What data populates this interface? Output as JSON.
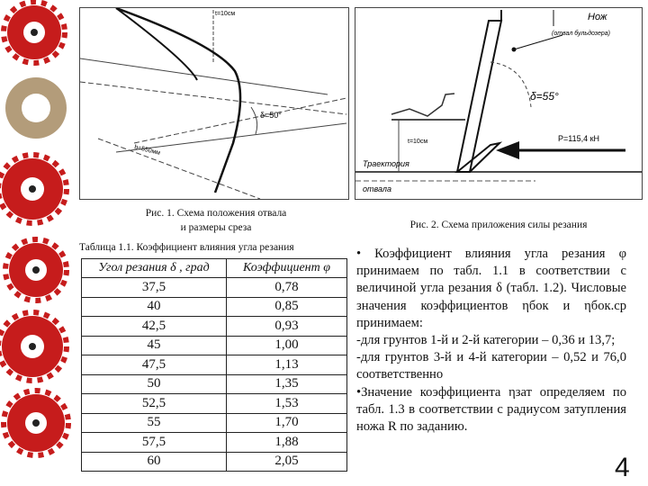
{
  "figure1": {
    "caption_line1": "Рис. 1. Схема положения отвала",
    "caption_line2": "и размеры среза",
    "label_top": "t=10см",
    "label_angle": "δ=50°",
    "label_width": "b=550мм"
  },
  "figure2": {
    "caption": "Рис. 2. Схема приложения силы резания",
    "label_knife": "Нож",
    "label_knife_sub": "(отвал бульдозера)",
    "label_angle": "δ=55°",
    "label_depth": "t=10см",
    "label_force": "P=115,4 кН",
    "label_traj_1": "Траектория",
    "label_traj_2": "отвала"
  },
  "table": {
    "caption": "Таблица 1.1. Коэффициент влияния угла резания",
    "headers": [
      "Угол резания δ , град",
      "Коэффициент φ"
    ],
    "rows": [
      [
        "37,5",
        "0,78"
      ],
      [
        "40",
        "0,85"
      ],
      [
        "42,5",
        "0,93"
      ],
      [
        "45",
        "1,00"
      ],
      [
        "47,5",
        "1,13"
      ],
      [
        "50",
        "1,35"
      ],
      [
        "52,5",
        "1,53"
      ],
      [
        "55",
        "1,70"
      ],
      [
        "57,5",
        "1,88"
      ],
      [
        "60",
        "2,05"
      ]
    ]
  },
  "text": {
    "p1": "• Коэффициент влияния угла резания φ принимаем по табл. 1.1 в соответствии с величиной угла резания δ (табл. 1.2). Числовые значения коэффициентов ηбок и ηбок.ср принимаем:",
    "p2": "-для грунтов 1-й и 2-й категории – 0,36 и 13,7;",
    "p3": "-для грунтов 3-й и 4-й категории – 0,52 и 76,0 соответственно",
    "p4": "•Значение коэффициента ηзат определяем по табл. 1.3 в соответствии с радиусом затупления ножа R по заданию."
  },
  "page_number": "4"
}
